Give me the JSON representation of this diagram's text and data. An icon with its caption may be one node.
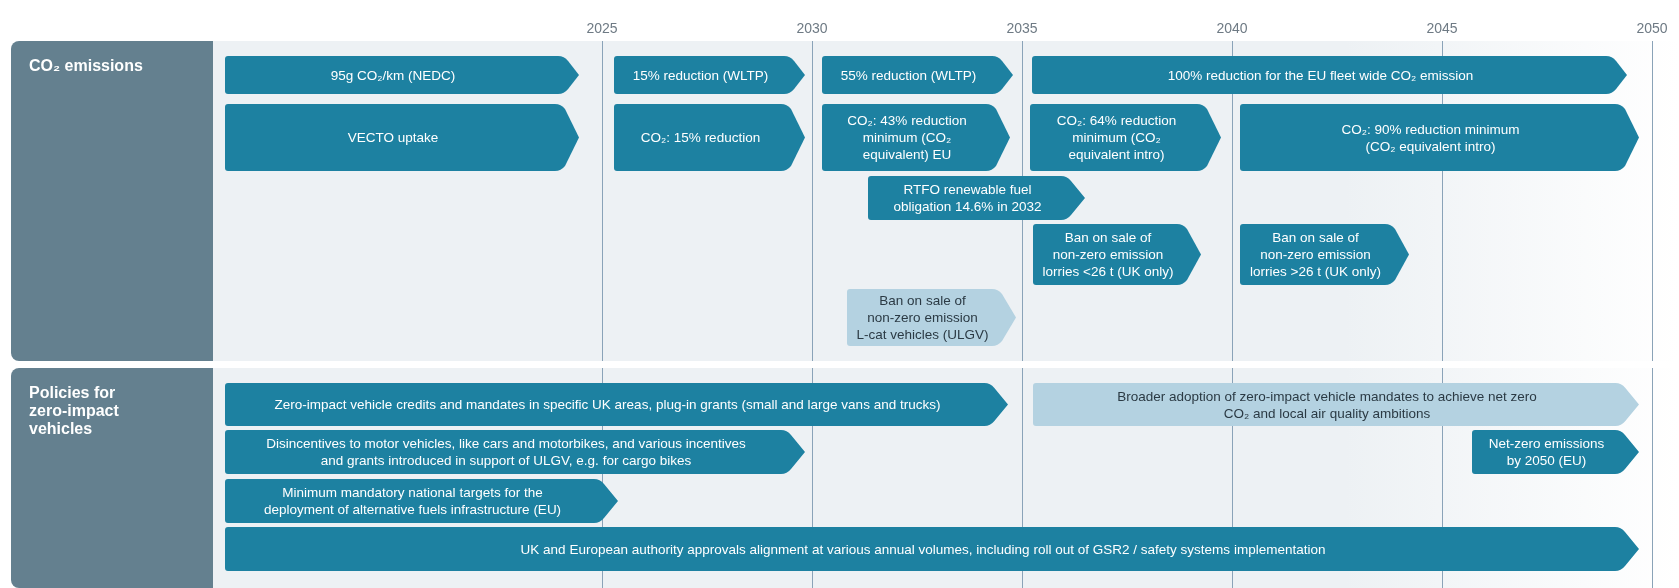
{
  "diagram": {
    "nodes": [
      {
        "text": [
          "CO₂ emissions"
        ]
      },
      {
        "text": [
          "95g CO₂/km (NEDC)"
        ],
        "in": 0
      },
      {
        "text": [
          "15% reduction (WLTP)"
        ],
        "in": 0
      },
      {
        "text": [
          "55% reduction (WLTP)"
        ],
        "in": 0
      },
      {
        "text": [
          "100% reduction for the EU fleet wide CO₂ emission"
        ],
        "in": 0
      },
      {
        "text": [
          "VECTO uptake"
        ],
        "in": 0
      },
      {
        "text": [
          "CO₂: 15% reduction"
        ],
        "in": 0
      },
      {
        "text": [
          "CO₂: 43% reduction minimum (CO₂ equivalent) EU"
        ],
        "in": 0
      },
      {
        "text": [
          "CO₂: 64% reduction minimum (CO₂ equivalent intro)"
        ],
        "in": 0
      },
      {
        "text": [
          "CO₂: 90% reduction minimum (CO₂ equivalent intro)"
        ],
        "in": 0
      },
      {
        "text": [
          "RTFO renewable fuel obligation 14.6% in 2032"
        ],
        "in": 0
      },
      {
        "text": [
          "Ban on sale of non-zero emission lorries <26 t (UK only)"
        ],
        "in": 0
      },
      {
        "text": [
          "Ban on sale of non-zero emission lorries >26 t (UK only)"
        ],
        "in": 0
      },
      {
        "text": [
          "Ban on sale of non-zero emission L-cat vehicles (ULGV)"
        ],
        "in": 0
      },
      {
        "text": [
          "Policies for zero-impact vehicles"
        ]
      },
      {
        "text": [
          "Zero-impact vehicle credits and mandates in specific UK areas, plug-in grants (small and large vans and trucks)"
        ],
        "in": 14
      },
      {
        "text": [
          "Broader adoption of zero-impact vehicle mandates to achieve net zero CO₂ and local air quality ambitions"
        ],
        "in": 14
      },
      {
        "text": [
          "Disincentives to motor vehicles, like cars and motorbikes, and various incentives and grants introduced in support of ULGV, e.g. for cargo bikes"
        ],
        "in": 14
      },
      {
        "text": [
          "Net-zero emissions by 2050 (EU)"
        ],
        "in": 14
      },
      {
        "text": [
          "Minimum mandatory national targets for the deployment of alternative fuels infrastructure (EU)"
        ],
        "in": 14
      },
      {
        "text": [
          "UK and European authority approvals alignment at various annual volumes, including roll out of GSR2 / safety systems implementation"
        ],
        "in": 14
      }
    ],
    "edges": [],
    "labels": [
      "2025",
      "2030",
      "2035",
      "2040",
      "2045",
      "2050"
    ]
  }
}
